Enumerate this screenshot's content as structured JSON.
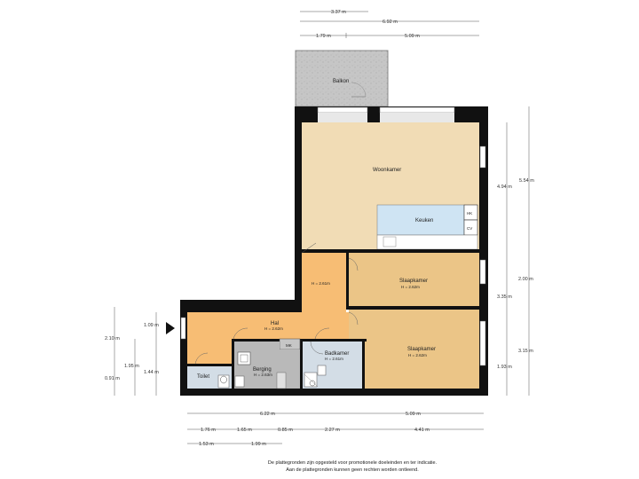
{
  "rooms": {
    "balkon": "Balkon",
    "woonkamer": "Woonkamer",
    "keuken": "Keuken",
    "hk": "HK",
    "cv": "CV",
    "sleepkamer1": "Slaapkamer",
    "sleepkamer1_h": "H = 2.62m",
    "sleepkamer2": "Slaapkamer",
    "sleepkamer2_h": "H = 2.62m",
    "hal": "Hal",
    "hal_h": "H = 2.62m",
    "hal_upper_h": "H = 2.61m",
    "mk": "MK",
    "berging": "Berging",
    "berging_h": "H = 2.63m",
    "badkamer": "Badkamer",
    "badkamer_h": "H = 2.61m",
    "toilet": "Toilet"
  },
  "dimensions": {
    "top_337": "3.37 m",
    "top_692": "6.92 m",
    "top_179": "1.79 m",
    "top_509": "5.09 m",
    "right_494": "4.94 m",
    "right_554": "5.54 m",
    "right_200": "2.00 m",
    "right_335": "3.35 m",
    "right_315": "3.15 m",
    "right_193": "1.93 m",
    "left_210": "2.10 m",
    "left_109": "1.09 m",
    "left_195": "1.95 m",
    "left_144": "1.44 m",
    "left_091": "0.91 m",
    "bottom_622": "6.22 m",
    "bottom_509": "5.09 m",
    "bottom_176": "1.76 m",
    "bottom_165": "1.65 m",
    "bottom_085": "0.85 m",
    "bottom_227": "2.27 m",
    "bottom_441": "4.41 m",
    "bottom_153": "1.53 m",
    "bottom_199": "1.99 m"
  },
  "disclaimer": {
    "line1": "De plattegronden zijn opgesteld voor promotionele doeleinden en ter indicatie.",
    "line2": "Aan de plattegronden kunnen geen rechten worden ontleend."
  },
  "colors": {
    "woonkamer": "#f1dcb5",
    "slaapkamer": "#ebc587",
    "hal": "#f7bd74",
    "berging": "#b9b9b9",
    "badkamer": "#d3dde6",
    "keuken": "#cfe4f3",
    "balkon": "#c5c5c5"
  }
}
